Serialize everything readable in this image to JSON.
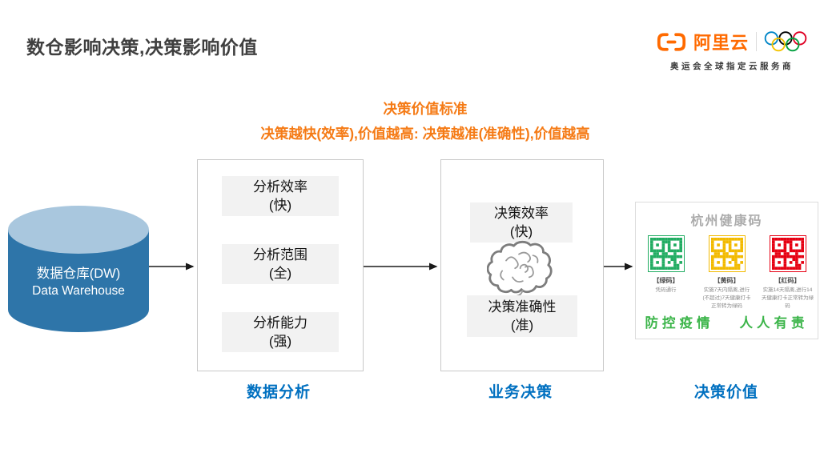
{
  "title": "数仓影响决策,决策影响价值",
  "logo": {
    "brand": "阿里云",
    "tagline": "奥运会全球指定云服务商"
  },
  "headline": {
    "line1": "决策价值标准",
    "line2": "决策越快(效率),价值越高: 决策越准(准确性),价值越高"
  },
  "warehouse": {
    "line1": "数据仓库(DW)",
    "line2": "Data Warehouse"
  },
  "analysis": {
    "label": "数据分析",
    "items": [
      {
        "line1": "分析效率",
        "line2": "(快)"
      },
      {
        "line1": "分析范围",
        "line2": "(全)"
      },
      {
        "line1": "分析能力",
        "line2": "(强)"
      }
    ]
  },
  "decision": {
    "label": "业务决策",
    "top": {
      "line1": "决策效率",
      "line2": "(快)"
    },
    "bottom": {
      "line1": "决策准确性",
      "line2": "(准)"
    }
  },
  "value": {
    "label": "决策价值",
    "card_title": "杭州健康码",
    "qr_codes": [
      {
        "label": "【绿码】",
        "desc": "凭码通行",
        "color": "#21AC62"
      },
      {
        "label": "【黄码】",
        "desc": "实施7天内隔离,进行(不超过)7天健康打卡正常转为绿码",
        "color": "#F2BA00"
      },
      {
        "label": "【红码】",
        "desc": "实施14天隔离,进行14天健康打卡正常转为绿码",
        "color": "#E60012"
      }
    ],
    "slogan_left": "防控疫情",
    "slogan_right": "人人有责"
  },
  "colors": {
    "title": "#3F3F3F",
    "accent-orange": "#F57B16",
    "brand-orange": "#FF6A00",
    "label-blue": "#0070C0",
    "slogan-green": "#3CB54A",
    "cyl-body": "#2E75A9",
    "cyl-top": "#A9C7DE",
    "olympic-blue": "#0085C7",
    "olympic-black": "#000000",
    "olympic-red": "#DF0024",
    "olympic-yellow": "#F4C300",
    "olympic-green": "#009F3D"
  }
}
